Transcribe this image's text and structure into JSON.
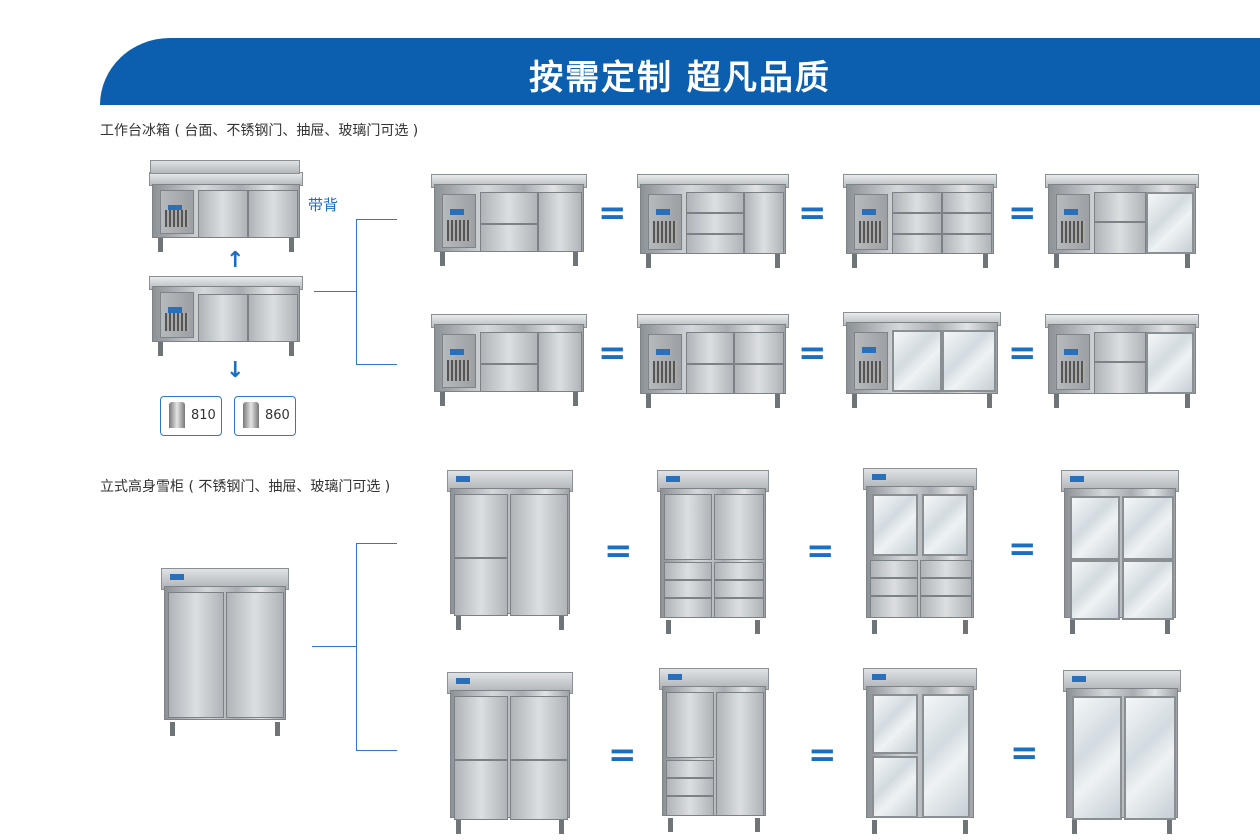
{
  "header": {
    "title": "按需定制  超凡品质"
  },
  "sections": {
    "workbench": {
      "label": "工作台冰箱 ( 台面、不锈钢门、抽屉、玻璃门可选 )",
      "backsplash_tag": "带背"
    },
    "upright": {
      "label": "立式高身雪柜 ( 不锈钢门、抽屉、玻璃门可选 )"
    }
  },
  "feet": [
    {
      "height": "810"
    },
    {
      "height": "860"
    }
  ],
  "symbols": {
    "equals": "=",
    "arrow_up": "↑",
    "arrow_down": "↓"
  },
  "colors": {
    "brand_blue": "#0b5fae",
    "accent_blue": "#1a6fc0"
  }
}
